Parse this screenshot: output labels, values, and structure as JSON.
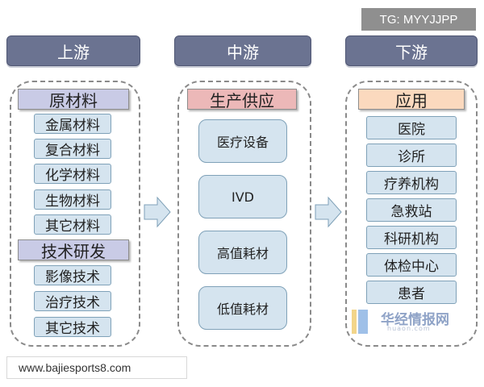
{
  "watermark_tag": "TG: MYYJJPP",
  "url_tag": "www.bajiesports8.com",
  "columns": {
    "upstream": {
      "header": "上游",
      "group1_title": "原材料",
      "group1_items": [
        "金属材料",
        "复合材料",
        "化学材料",
        "生物材料",
        "其它材料"
      ],
      "group2_title": "技术研发",
      "group2_items": [
        "影像技术",
        "治疗技术",
        "其它技术"
      ]
    },
    "midstream": {
      "header": "中游",
      "title": "生产供应",
      "items": [
        "医疗设备",
        "IVD",
        "高值耗材",
        "低值耗材"
      ]
    },
    "downstream": {
      "header": "下游",
      "title": "应用",
      "items": [
        "医院",
        "诊所",
        "疗养机构",
        "急救站",
        "科研机构",
        "体检中心",
        "患者"
      ]
    }
  },
  "logo": {
    "text_cn": "华经情报网",
    "text_en": "huaon.com"
  },
  "colors": {
    "header_bg": "#6b7391",
    "item_bg": "#d5e4ef",
    "up_title_bg": "#c9cbe6",
    "mid_title_bg": "#ecb8b8",
    "down_title_bg": "#fbd9be"
  }
}
